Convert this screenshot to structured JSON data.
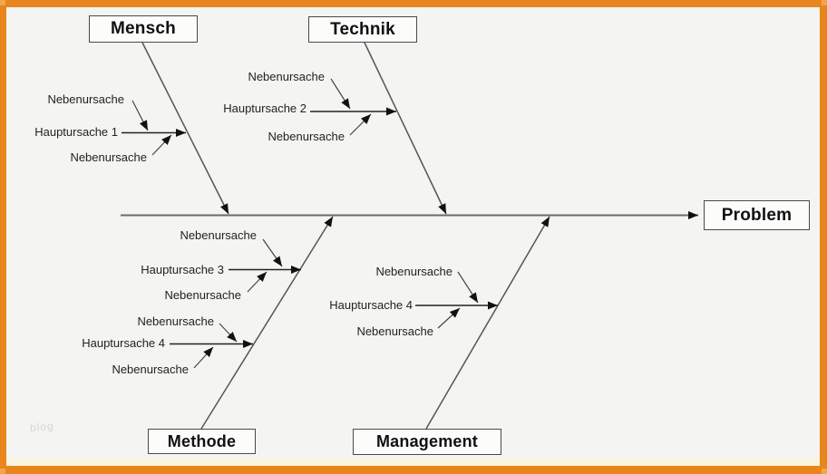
{
  "frame": {
    "border_color": "#e8861d",
    "corner_color": "#f2a54d",
    "canvas_bg": "#f4f4f2",
    "footer_strip_color": "#f9f3df"
  },
  "watermark": {
    "text": "blog"
  },
  "diagram": {
    "type": "fishbone-ishikawa",
    "spine_color": "#6a6a6a",
    "line_color": "#222222",
    "effect": {
      "label": "Problem"
    },
    "categories": [
      {
        "id": "mensch",
        "label": "Mensch",
        "causes": [
          {
            "label": "Hauptursache 1",
            "sub_top": "Nebenursache",
            "sub_bottom": "Nebenursache"
          }
        ]
      },
      {
        "id": "technik",
        "label": "Technik",
        "causes": [
          {
            "label": "Hauptursache 2",
            "sub_top": "Nebenursache",
            "sub_bottom": "Nebenursache"
          }
        ]
      },
      {
        "id": "methode",
        "label": "Methode",
        "causes": [
          {
            "label": "Hauptursache 3",
            "sub_top": "Nebenursache",
            "sub_bottom": "Nebenursache"
          },
          {
            "label": "Hauptursache 4",
            "sub_top": "Nebenursache",
            "sub_bottom": "Nebenursache"
          }
        ]
      },
      {
        "id": "management",
        "label": "Management",
        "causes": [
          {
            "label": "Hauptursache 4",
            "sub_top": "Nebenursache",
            "sub_bottom": "Nebenursache"
          }
        ]
      }
    ]
  }
}
